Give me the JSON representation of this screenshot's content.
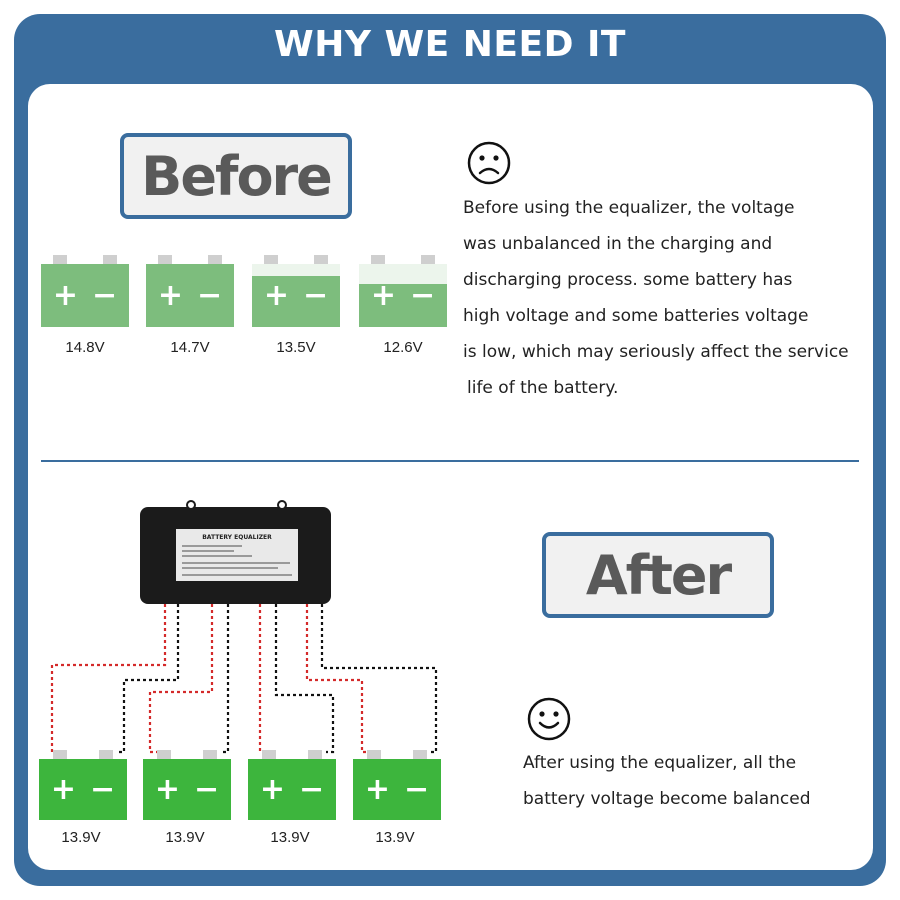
{
  "header": {
    "title": "WHY WE NEED IT"
  },
  "before": {
    "badge": "Before",
    "batteries": [
      {
        "voltage": "14.8V"
      },
      {
        "voltage": "14.7V"
      },
      {
        "voltage": "13.5V"
      },
      {
        "voltage": "12.6V"
      }
    ],
    "description_lines": [
      "Before using the equalizer, the voltage",
      "was unbalanced in the charging and",
      "discharging process. some battery has",
      "high voltage and some batteries voltage",
      "is low, which may seriously affect the service",
      "life of the battery."
    ]
  },
  "after": {
    "badge": "After",
    "device_label": "BATTERY EQUALIZER",
    "batteries": [
      {
        "voltage": "13.9V"
      },
      {
        "voltage": "13.9V"
      },
      {
        "voltage": "13.9V"
      },
      {
        "voltage": "13.9V"
      }
    ],
    "description_lines": [
      "After using the equalizer, all the",
      "battery voltage become balanced"
    ]
  },
  "battery_signs": {
    "plus": "+",
    "minus": "−"
  },
  "colors": {
    "frame_blue": "#3a6d9e",
    "before_battery_green": "#7dbd7d",
    "after_battery_green": "#3db53d",
    "wire_red": "#d42a2a",
    "wire_black": "#111111"
  },
  "icons": {
    "before_face": "sad-face-icon",
    "after_face": "happy-face-icon"
  }
}
